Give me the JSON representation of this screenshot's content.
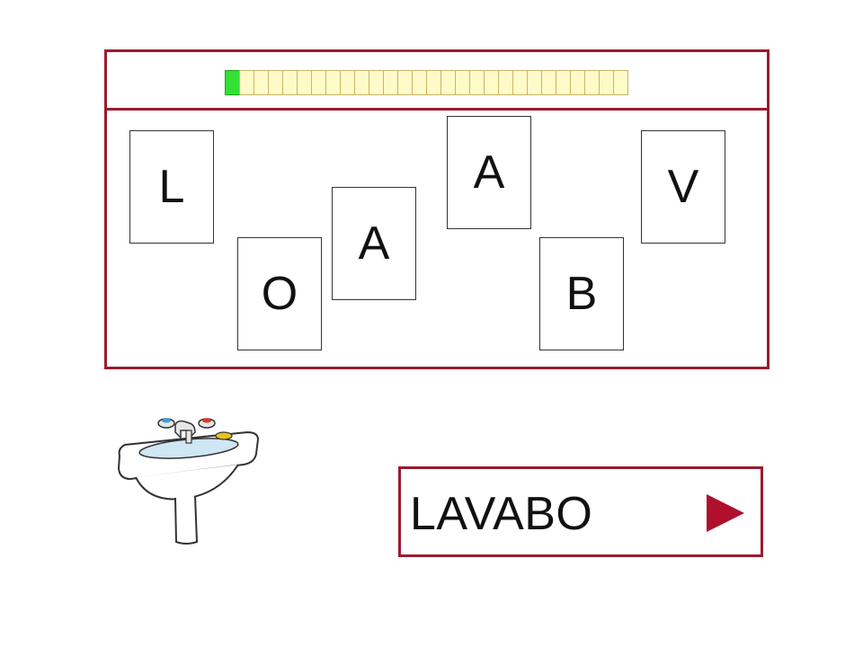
{
  "progress": {
    "total": 28,
    "filled": 1,
    "fill_color": "#33e033",
    "empty_color": "#fffbc8"
  },
  "cards": [
    {
      "letter": "L"
    },
    {
      "letter": "O"
    },
    {
      "letter": "A"
    },
    {
      "letter": "A"
    },
    {
      "letter": "B"
    },
    {
      "letter": "V"
    }
  ],
  "answer": {
    "word": "LAVABO"
  },
  "picture": {
    "icon": "sink-icon"
  },
  "colors": {
    "frame": "#9b1b30",
    "arrow": "#b0102c"
  }
}
